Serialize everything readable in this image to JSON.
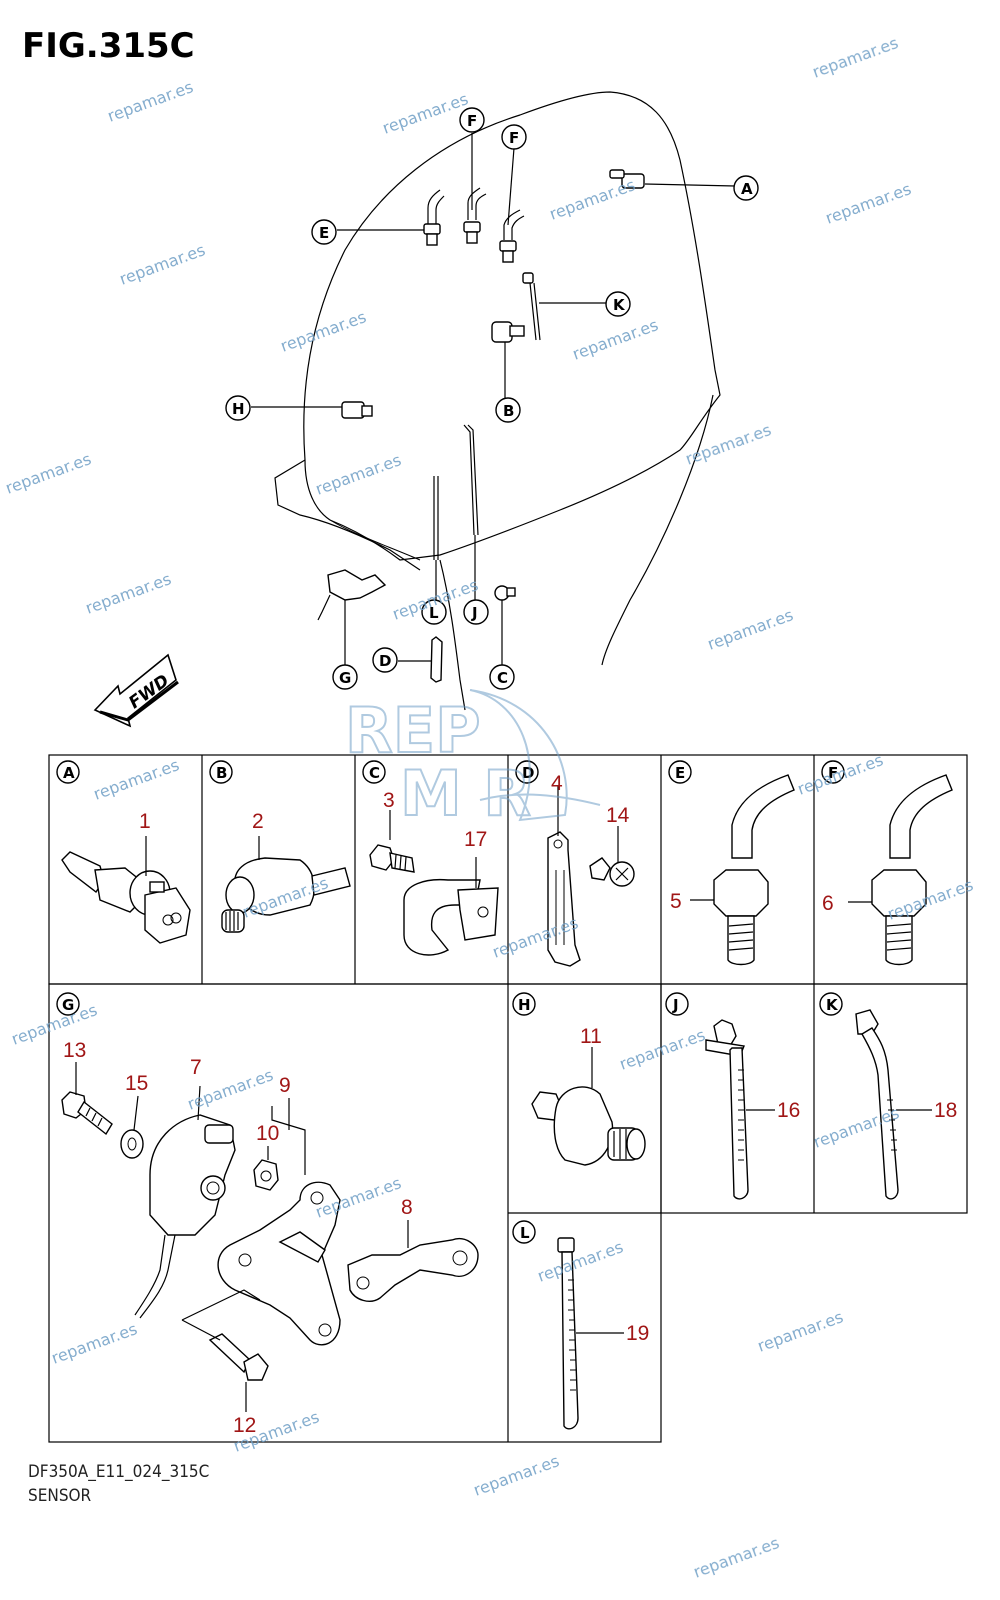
{
  "figure": {
    "title": "FIG.315C",
    "footer_code": "DF350A_E11_024_315C",
    "footer_name": "SENSOR"
  },
  "direction_label": "FWD",
  "watermark": {
    "text": "repamar.es",
    "logo_text_top": "REP",
    "logo_text_bottom": "M  R",
    "color": "#6f9fc6"
  },
  "callouts": {
    "A": "A",
    "B": "B",
    "C": "C",
    "D": "D",
    "E": "E",
    "F": "F",
    "G": "G",
    "H": "H",
    "J": "J",
    "K": "K",
    "L": "L"
  },
  "panels": [
    {
      "letter": "A",
      "parts": [
        "1"
      ]
    },
    {
      "letter": "B",
      "parts": [
        "2"
      ]
    },
    {
      "letter": "C",
      "parts": [
        "3",
        "17"
      ]
    },
    {
      "letter": "D",
      "parts": [
        "4",
        "14"
      ]
    },
    {
      "letter": "E",
      "parts": [
        "5"
      ]
    },
    {
      "letter": "F",
      "parts": [
        "6"
      ]
    },
    {
      "letter": "G",
      "parts": [
        "13",
        "15",
        "7",
        "9",
        "10",
        "8",
        "12"
      ]
    },
    {
      "letter": "H",
      "parts": [
        "11"
      ]
    },
    {
      "letter": "J",
      "parts": [
        "16"
      ]
    },
    {
      "letter": "K",
      "parts": [
        "18"
      ]
    },
    {
      "letter": "L",
      "parts": [
        "19"
      ]
    }
  ],
  "part_numbers": {
    "p1": "1",
    "p2": "2",
    "p3": "3",
    "p4": "4",
    "p5": "5",
    "p6": "6",
    "p7": "7",
    "p8": "8",
    "p9": "9",
    "p10": "10",
    "p11": "11",
    "p12": "12",
    "p13": "13",
    "p14": "14",
    "p15": "15",
    "p16": "16",
    "p17": "17",
    "p18": "18",
    "p19": "19"
  },
  "colors": {
    "part_number": "#a01616",
    "watermark": "#6f9fc6",
    "line": "#000000"
  }
}
